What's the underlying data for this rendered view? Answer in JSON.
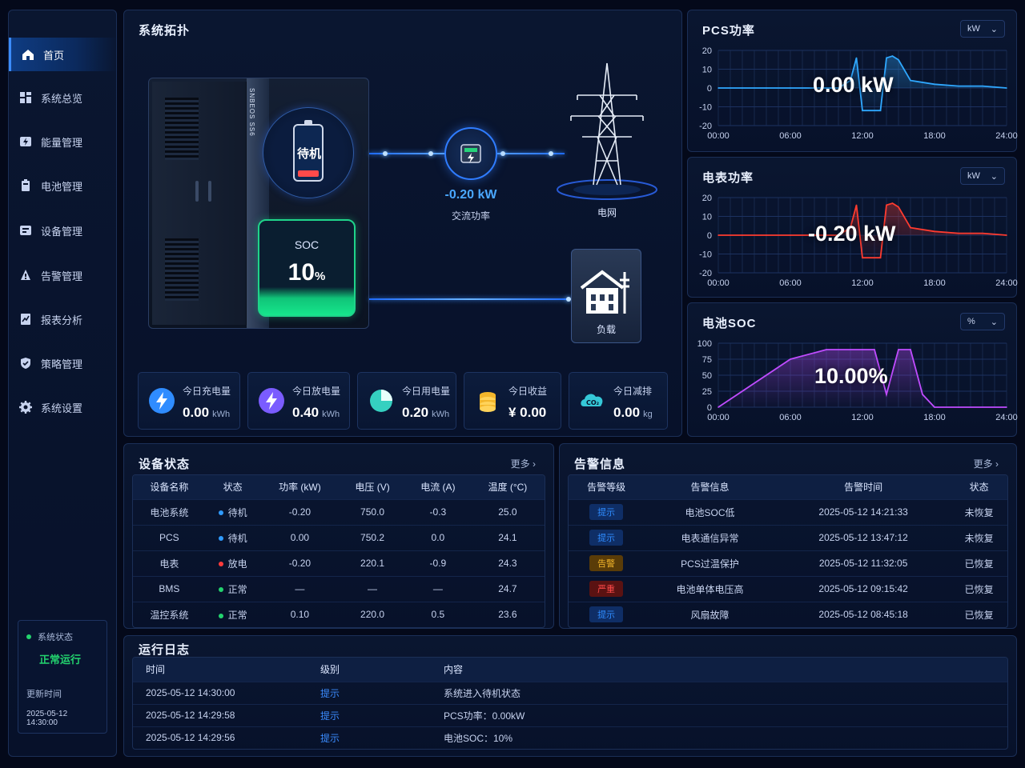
{
  "sidebar": {
    "items": [
      {
        "label": "首页",
        "icon": "home-icon",
        "active": true
      },
      {
        "label": "系统总览",
        "icon": "grid-icon"
      },
      {
        "label": "能量管理",
        "icon": "bolt-icon"
      },
      {
        "label": "电池管理",
        "icon": "battery-icon"
      },
      {
        "label": "设备管理",
        "icon": "device-icon"
      },
      {
        "label": "告警管理",
        "icon": "bell-icon"
      },
      {
        "label": "报表分析",
        "icon": "report-icon"
      },
      {
        "label": "策略管理",
        "icon": "shield-icon"
      },
      {
        "label": "系统设置",
        "icon": "gear-icon"
      }
    ],
    "status": {
      "label": "系统状态",
      "value": "正常运行",
      "update_label": "更新时间",
      "update_time": "2025-05-12 14:30:00"
    }
  },
  "topology": {
    "title": "系统拓扑",
    "cabinet_brand": "SNBEOS SS6",
    "state": "待机",
    "soc_label": "SOC",
    "soc_value": "10",
    "soc_unit": "%",
    "ac_power": "-0.20 kW",
    "ac_power_label": "交流功率",
    "grid_label": "电网",
    "load_label": "负载"
  },
  "stats": [
    {
      "label": "今日充电量",
      "value": "0.00",
      "unit": "kWh",
      "icon": "bolt-circle-icon",
      "color": "#2f8cff"
    },
    {
      "label": "今日放电量",
      "value": "0.40",
      "unit": "kWh",
      "icon": "bolt-circle-icon",
      "color": "#7a5cff"
    },
    {
      "label": "今日用电量",
      "value": "0.20",
      "unit": "kWh",
      "icon": "pie-icon",
      "color": "#35d0c0"
    },
    {
      "label": "今日收益",
      "value": "¥ 0.00",
      "unit": "",
      "icon": "coins-icon",
      "color": "#f3b62b"
    },
    {
      "label": "今日减排",
      "value": "0.00",
      "unit": "kg",
      "icon": "co2-icon",
      "color": "#35c8d8"
    }
  ],
  "charts": {
    "pcs": {
      "title": "PCS功率",
      "unit": "kW",
      "big_value": "0.00 kW",
      "chart_data": {
        "type": "line",
        "color": "#2fa8ff",
        "x": [
          "00:00",
          "02:00",
          "04:00",
          "06:00",
          "08:00",
          "09:00",
          "10:00",
          "10:30",
          "11:00",
          "11:30",
          "12:00",
          "12:30",
          "13:00",
          "13:30",
          "14:00",
          "14:30",
          "15:00",
          "16:00",
          "18:00",
          "20:00",
          "22:00",
          "24:00"
        ],
        "y": [
          0,
          0,
          0,
          0,
          0,
          0,
          0,
          2,
          4,
          16,
          -12,
          -12,
          -12,
          -12,
          16,
          17,
          15,
          4,
          2,
          1,
          1,
          0
        ],
        "ylim": [
          -20,
          20
        ],
        "yticks": [
          20,
          10,
          0,
          -10,
          -20
        ],
        "xticks": [
          "00:00",
          "06:00",
          "12:00",
          "18:00",
          "24:00"
        ]
      }
    },
    "meter": {
      "title": "电表功率",
      "unit": "kW",
      "big_value": "-0.20 kW",
      "chart_data": {
        "type": "line",
        "color": "#ff3b2f",
        "x": [
          "00:00",
          "02:00",
          "04:00",
          "06:00",
          "08:00",
          "09:00",
          "10:00",
          "10:30",
          "11:00",
          "11:30",
          "12:00",
          "12:30",
          "13:00",
          "13:30",
          "14:00",
          "14:30",
          "15:00",
          "16:00",
          "18:00",
          "20:00",
          "22:00",
          "24:00"
        ],
        "y": [
          0,
          0,
          0,
          0,
          0,
          0,
          0,
          2,
          4,
          16,
          -12,
          -12,
          -12,
          -12,
          16,
          17,
          15,
          4,
          2,
          1,
          1,
          0
        ],
        "ylim": [
          -20,
          20
        ],
        "yticks": [
          20,
          10,
          0,
          -10,
          -20
        ],
        "xticks": [
          "00:00",
          "06:00",
          "12:00",
          "18:00",
          "24:00"
        ]
      }
    },
    "soc": {
      "title": "电池SOC",
      "unit": "%",
      "big_value": "10.00%",
      "chart_data": {
        "type": "line",
        "color": "#c04cff",
        "x": [
          "00:00",
          "06:00",
          "09:00",
          "12:00",
          "13:00",
          "14:00",
          "15:00",
          "16:00",
          "17:00",
          "18:00",
          "20:00",
          "24:00"
        ],
        "y": [
          0,
          75,
          90,
          90,
          90,
          20,
          90,
          90,
          20,
          0,
          0,
          0
        ],
        "ylim": [
          0,
          100
        ],
        "yticks": [
          100,
          75,
          50,
          25,
          0
        ],
        "xticks": [
          "00:00",
          "06:00",
          "12:00",
          "18:00",
          "24:00"
        ]
      }
    }
  },
  "devices": {
    "title": "设备状态",
    "more": "更多",
    "headers": [
      "设备名称",
      "状态",
      "功率 (kW)",
      "电压 (V)",
      "电流 (A)",
      "温度 (°C)"
    ],
    "rows": [
      {
        "name": "电池系统",
        "status": "待机",
        "dot": "#2f9bff",
        "power": "-0.20",
        "voltage": "750.0",
        "current": "-0.3",
        "temp": "25.0"
      },
      {
        "name": "PCS",
        "status": "待机",
        "dot": "#2f9bff",
        "power": "0.00",
        "voltage": "750.2",
        "current": "0.0",
        "temp": "24.1"
      },
      {
        "name": "电表",
        "status": "放电",
        "dot": "#ff3b3b",
        "power": "-0.20",
        "voltage": "220.1",
        "current": "-0.9",
        "temp": "24.3"
      },
      {
        "name": "BMS",
        "status": "正常",
        "dot": "#23d36e",
        "power": "—",
        "voltage": "—",
        "current": "—",
        "temp": "24.7"
      },
      {
        "name": "温控系统",
        "status": "正常",
        "dot": "#23d36e",
        "power": "0.10",
        "voltage": "220.0",
        "current": "0.5",
        "temp": "23.6"
      }
    ]
  },
  "alarms": {
    "title": "告警信息",
    "more": "更多",
    "headers": [
      "告警等级",
      "告警信息",
      "告警时间",
      "状态"
    ],
    "rows": [
      {
        "level": "提示",
        "color": "#2f8cff",
        "bg": "#0f2e66",
        "info": "电池SOC低",
        "time": "2025-05-12 14:21:33",
        "state": "未恢复"
      },
      {
        "level": "提示",
        "color": "#2f8cff",
        "bg": "#0f2e66",
        "info": "电表通信异常",
        "time": "2025-05-12 13:47:12",
        "state": "未恢复"
      },
      {
        "level": "告警",
        "color": "#f3b62b",
        "bg": "#5a3c08",
        "info": "PCS过温保护",
        "time": "2025-05-12 11:32:05",
        "state": "已恢复"
      },
      {
        "level": "严重",
        "color": "#ff4a4a",
        "bg": "#5a1212",
        "info": "电池单体电压高",
        "time": "2025-05-12 09:15:42",
        "state": "已恢复"
      },
      {
        "level": "提示",
        "color": "#2f8cff",
        "bg": "#0f2e66",
        "info": "风扇故障",
        "time": "2025-05-12 08:45:18",
        "state": "已恢复"
      }
    ]
  },
  "logs": {
    "title": "运行日志",
    "headers": [
      "时间",
      "级别",
      "内容"
    ],
    "rows": [
      {
        "time": "2025-05-12 14:30:00",
        "level": "提示",
        "content": "系统进入待机状态"
      },
      {
        "time": "2025-05-12 14:29:58",
        "level": "提示",
        "content": "PCS功率：0.00kW"
      },
      {
        "time": "2025-05-12 14:29:56",
        "level": "提示",
        "content": "电池SOC：10%"
      }
    ]
  }
}
